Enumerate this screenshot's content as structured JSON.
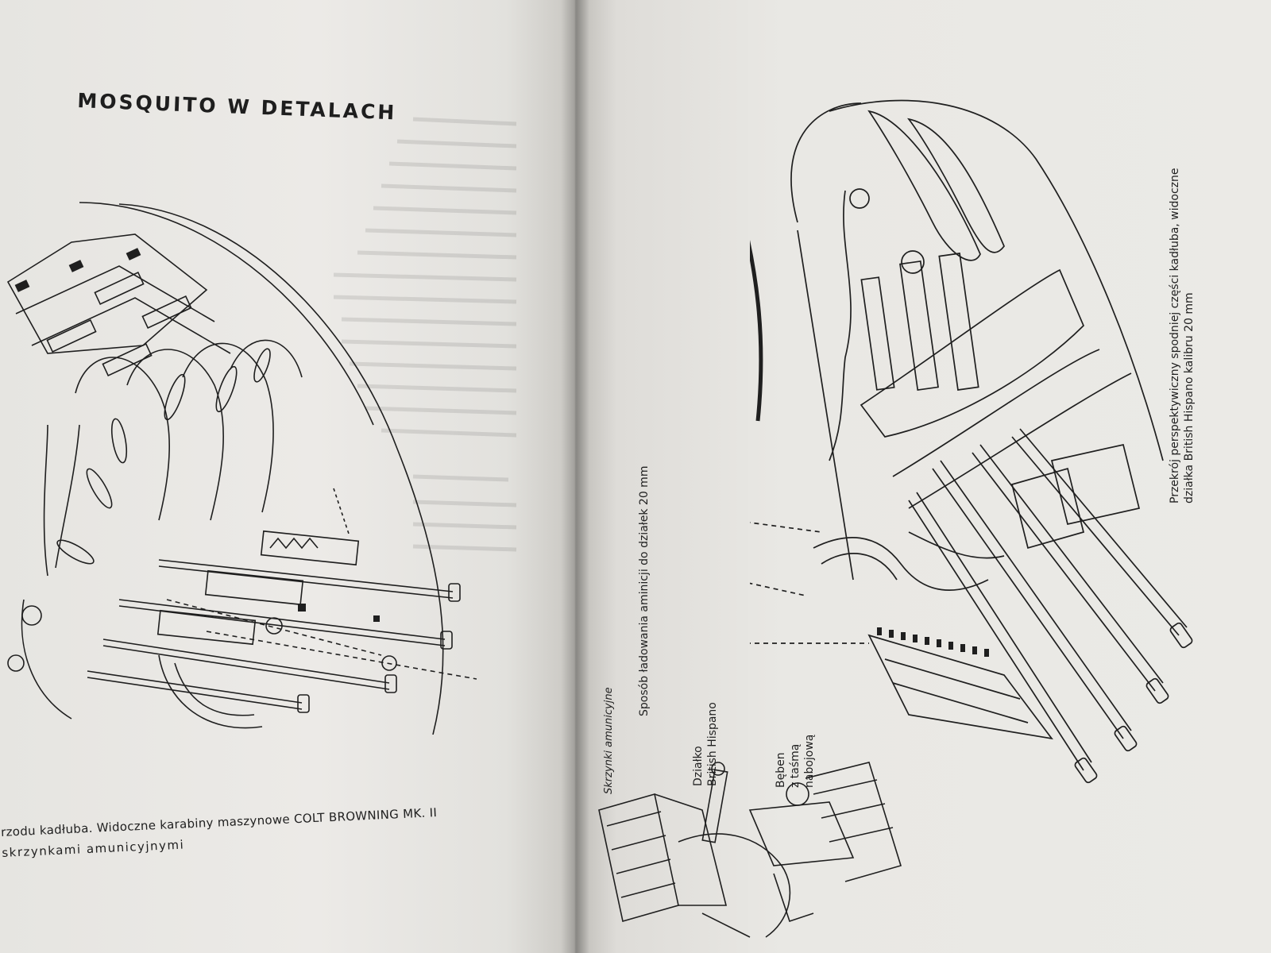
{
  "left_page": {
    "title": "MOSQUITO W DETALACH",
    "caption_line1": "rzodu kadłuba. Widoczne karabiny maszynowe COLT BROWNING MK. II",
    "caption_line2": "skrzynkami amunicyjnymi"
  },
  "right_page": {
    "label_ammo_loading": "Sposób ładowania aminicji do działek 20 mm",
    "label_ammo_boxes": "Skrzynki amunicyjne",
    "label_cannon_line1": "Działko",
    "label_cannon_line2": "British Hispano",
    "label_drum_line1": "Bęben",
    "label_drum_line2": "z taśmą",
    "label_drum_line3": "nabojową",
    "caption_line1": "Przekrój perspektywiczny spodniej części kadłuba, widoczne",
    "caption_line2": "działka British Hispano kalibru 20 mm"
  },
  "colors": {
    "paper": "#ebeae6",
    "ink": "#1e1e1e"
  }
}
